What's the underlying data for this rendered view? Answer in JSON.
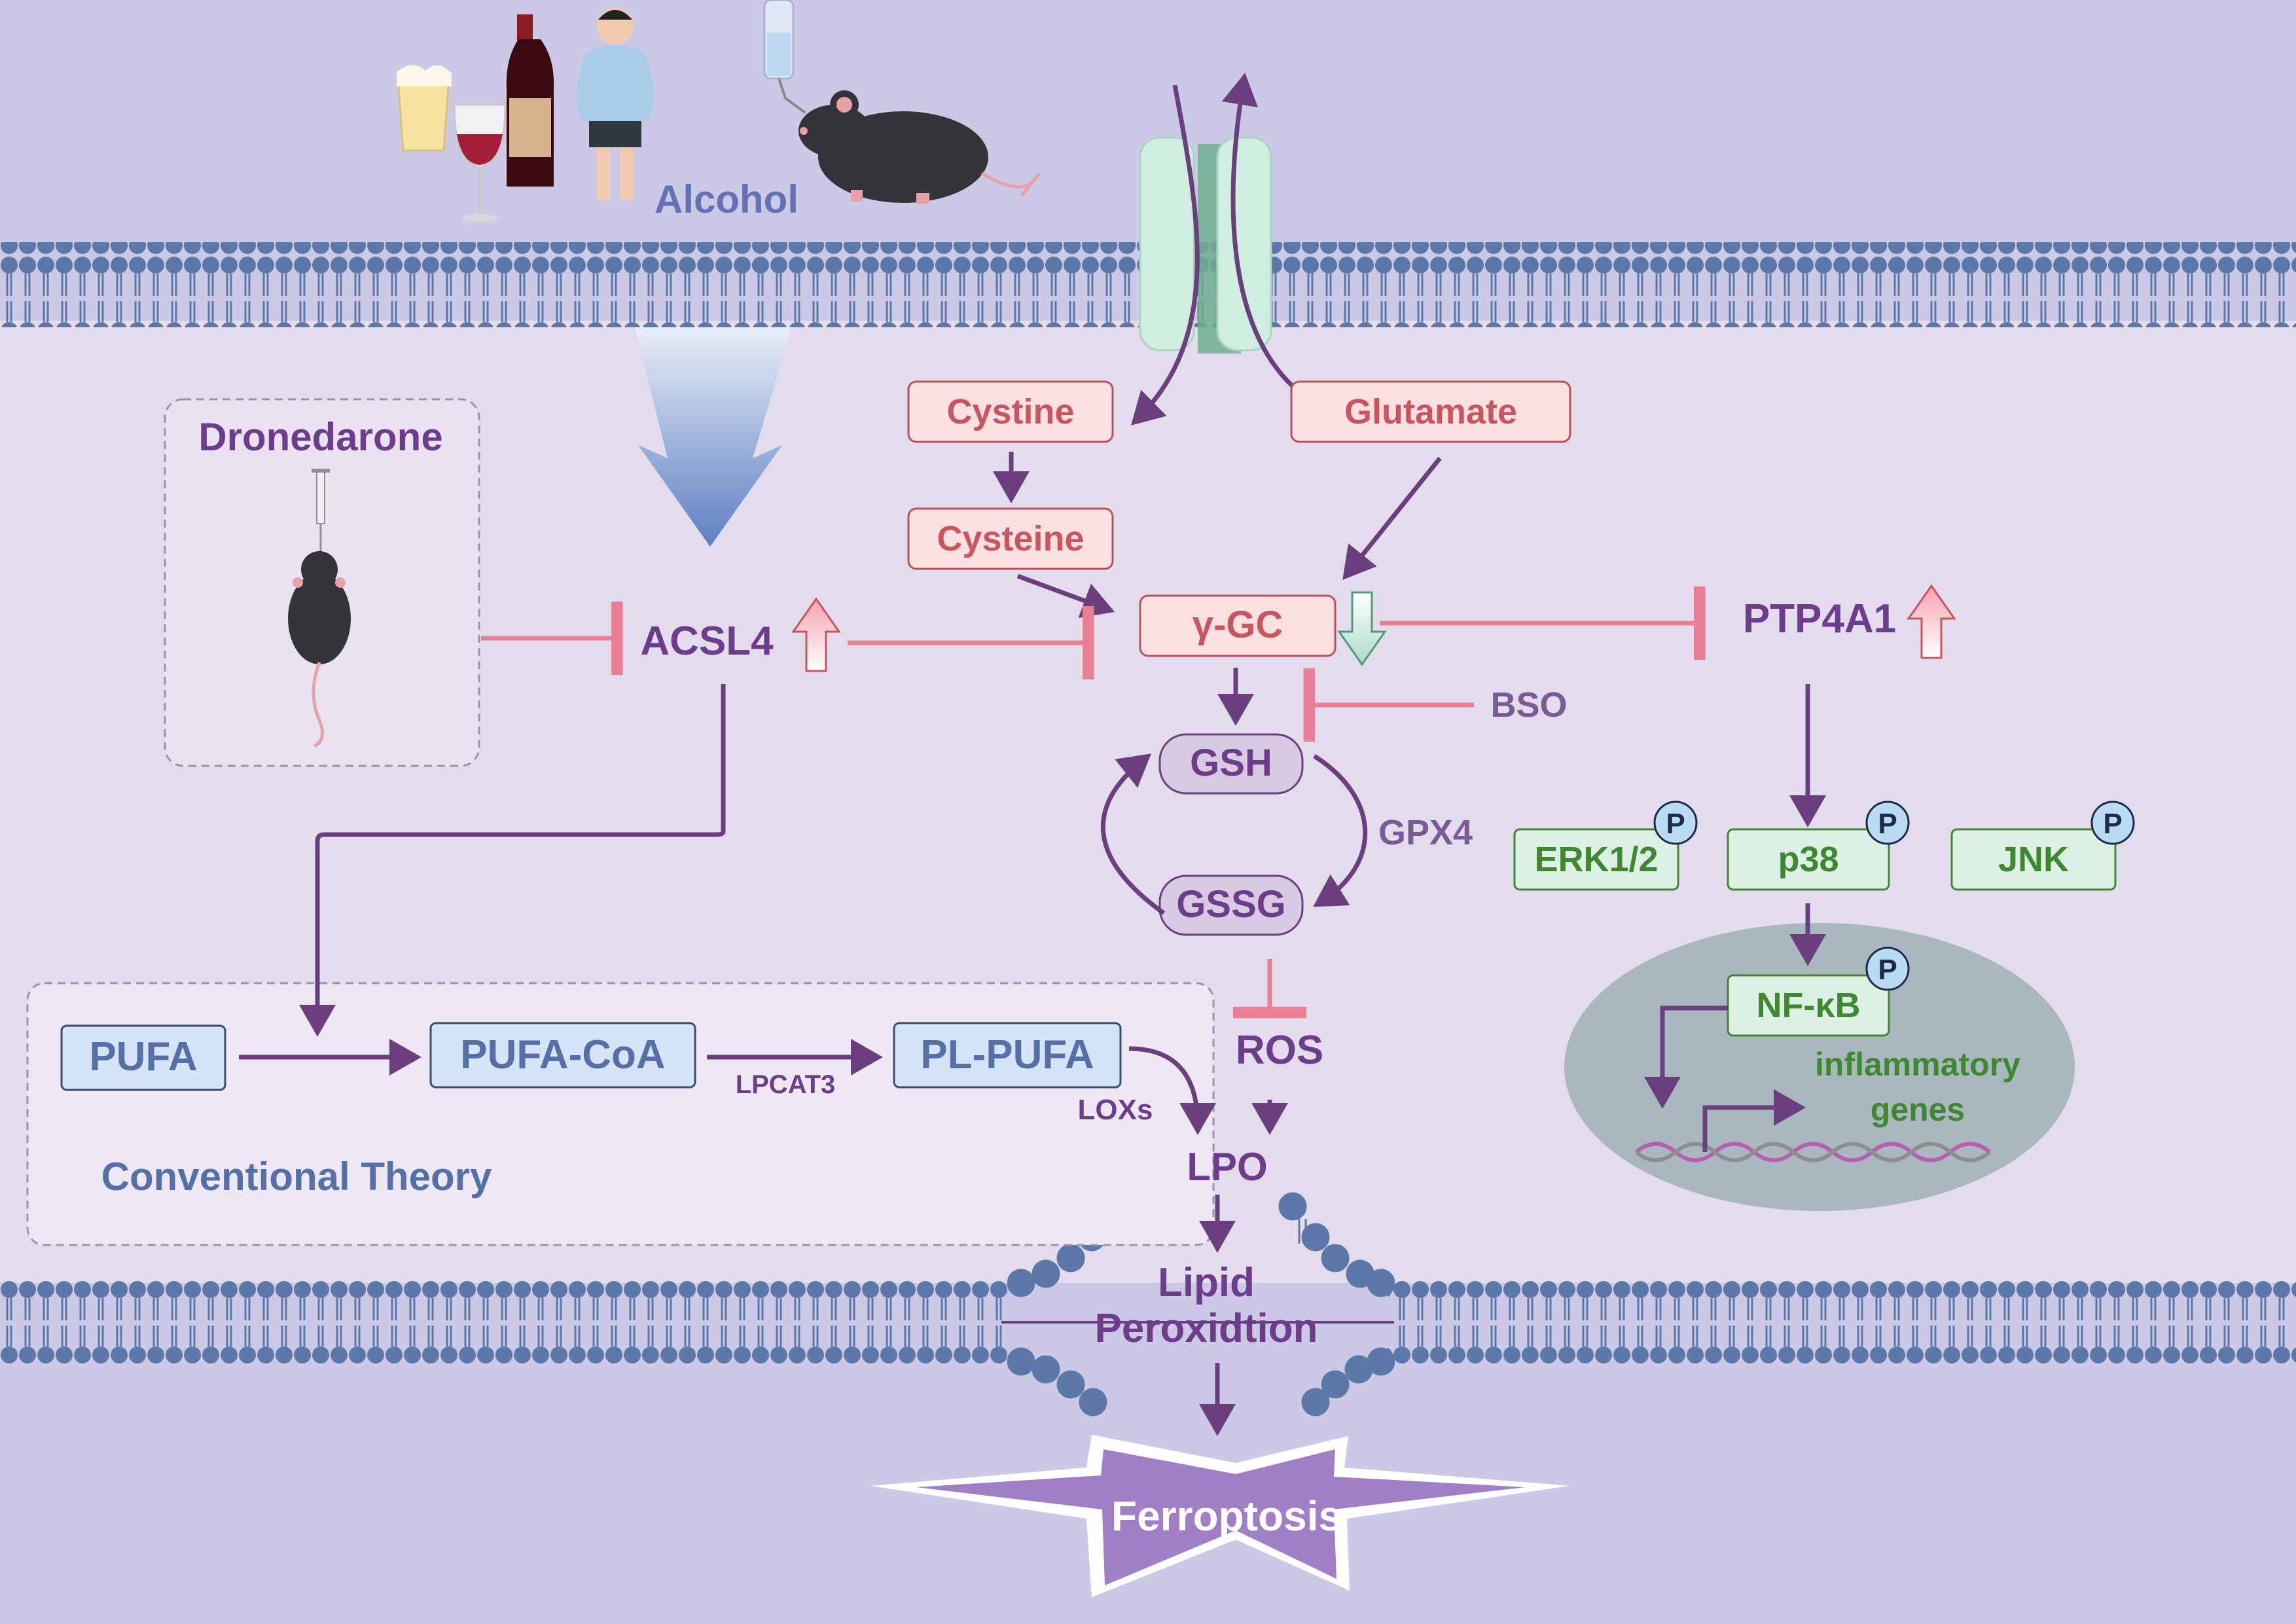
{
  "labels": {
    "alcohol": "Alcohol",
    "dronedarone": "Dronedarone",
    "acsl4": "ACSL4",
    "cystine": "Cystine",
    "glutamate": "Glutamate",
    "cysteine": "Cysteine",
    "ygc": "γ-GC",
    "ptp4a1": "PTP4A1",
    "bso": "BSO",
    "gsh": "GSH",
    "gssg": "GSSG",
    "gpx4": "GPX4",
    "erk": "ERK1/2",
    "p38": "p38",
    "jnk": "JNK",
    "phospho": "P",
    "nfkb": "NF-κB",
    "inflammatory_line1": "inflammatory",
    "inflammatory_line2": "genes",
    "pufa": "PUFA",
    "pufa_coa": "PUFA-CoA",
    "pl_pufa": "PL-PUFA",
    "lpcat3": "LPCAT3",
    "loxs": "LOXs",
    "ros": "ROS",
    "lpo": "LPO",
    "conventional_theory": "Conventional Theory",
    "lipid_line1": "Lipid",
    "lipid_line2": "Peroxidtion",
    "ferroptosis": "Ferroptosis"
  },
  "regulation": {
    "acsl4": "up",
    "ygc": "down",
    "ptp4a1": "up"
  },
  "colors": {
    "background_outer": "#ccc9e6",
    "background_inner": "#e3dced",
    "membrane_heads": "#5c78a8",
    "arrow_purple": "#6b3f7e",
    "inhibit_pink": "#e87f95",
    "red_box_fill": "#fbe0e2",
    "red_box_stroke": "#b9525f",
    "red_text": "#c9555f",
    "purple_text": "#6d3d8c",
    "green_fill": "#dcf0e4",
    "green_text": "#3f8730",
    "blue_fill": "#d5e4f6",
    "blue_text": "#5570a6",
    "nucleus": "#a9b7bf",
    "ferroptosis_fill": "#a07fc6"
  },
  "icons": [
    "beer-glass-icon",
    "wine-glass-icon",
    "wine-bottle-icon",
    "obese-person-icon",
    "water-bottle-icon",
    "mouse-icon",
    "syringe-icon",
    "mouse-topview-icon",
    "xct-transporter-icon",
    "dna-icon"
  ]
}
